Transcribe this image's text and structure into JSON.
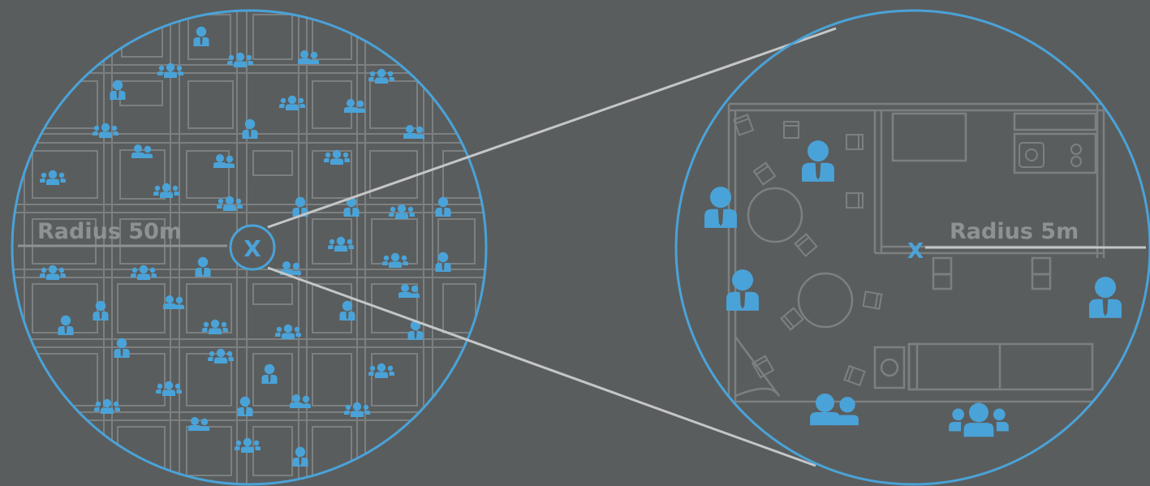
{
  "labels": {
    "radius_large": "Radius 50m",
    "radius_small": "Radius 5m",
    "center_mark": "X",
    "target_mark": "X"
  },
  "colors": {
    "background": "#5a5d5e",
    "accent_blue": "#4aa3d8",
    "plan_lines": "#7c8081",
    "connector_lines": "#c4c6c7",
    "label_gray": "#8e9293"
  },
  "icons": {
    "person": "person-icon",
    "pair": "two-people-icon",
    "group": "group-icon",
    "chair": "chair-icon",
    "table": "table-icon",
    "stove": "stove-icon",
    "couch": "couch-icon"
  }
}
